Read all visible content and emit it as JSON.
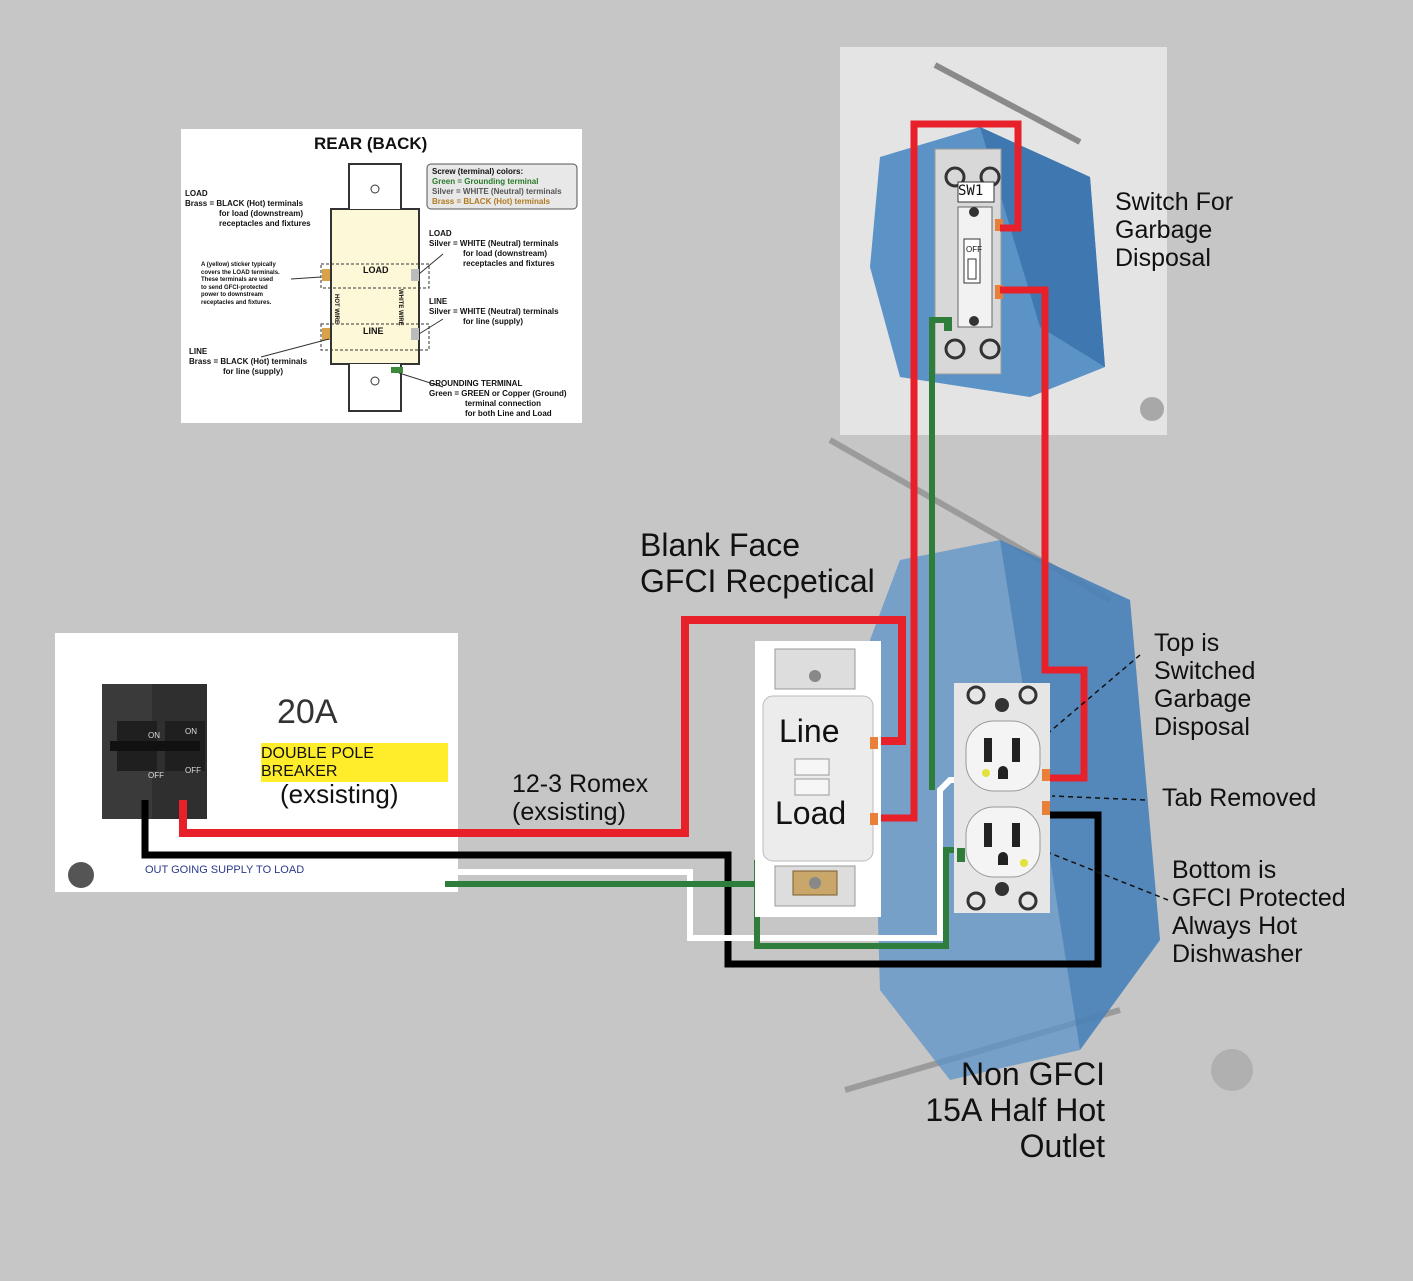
{
  "reference": {
    "title": "REAR (BACK)",
    "legend_title": "Screw (terminal) colors:",
    "legend_green": "Green = Grounding terminal",
    "legend_silver": "Silver = WHITE (Neutral) terminals",
    "legend_brass": "Brass = BLACK (Hot) terminals",
    "load_left_1": "LOAD",
    "load_left_2": "Brass = BLACK (Hot) terminals",
    "load_left_3": "for load (downstream)",
    "load_left_4": "receptacles and fixtures",
    "sticker_1": "A (yellow) sticker typically",
    "sticker_2": "covers the LOAD terminals.",
    "sticker_3": "These terminals are used",
    "sticker_4": "to send GFCI-protected",
    "sticker_5": "power to downstream",
    "sticker_6": "receptacles and fixtures.",
    "line_left_1": "LINE",
    "line_left_2": "Brass = BLACK (Hot) terminals",
    "line_left_3": "for line (supply)",
    "load_right_1": "LOAD",
    "load_right_2": "Silver = WHITE (Neutral) terminals",
    "load_right_3": "for load (downstream)",
    "load_right_4": "receptacles and fixtures",
    "line_right_1": "LINE",
    "line_right_2": "Silver = WHITE (Neutral) terminals",
    "line_right_3": "for line (supply)",
    "ground_1": "GROUNDING TERMINAL",
    "ground_2": "Green = GREEN or Copper (Ground)",
    "ground_3": "terminal connection",
    "ground_4": "for both Line and Load",
    "device_load": "LOAD",
    "device_line": "LINE",
    "device_hot": "HOT WIRE",
    "device_white": "WHITE WIRE"
  },
  "breaker": {
    "amps": "20A",
    "type": "DOUBLE POLE BREAKER",
    "status": "(exsisting)",
    "caption": "OUT GOING SUPPLY TO LOAD",
    "on_left": "ON",
    "on_right": "ON",
    "off_left": "OFF",
    "off_right": "OFF"
  },
  "cable": {
    "line1": "12-3 Romex",
    "line2": "(exsisting)"
  },
  "gfci": {
    "title1": "Blank Face",
    "title2": "GFCI Recpetical",
    "line": "Line",
    "load": "Load"
  },
  "switch": {
    "label1": "Switch For",
    "label2": "Garbage",
    "label3": "Disposal",
    "id": "SW1",
    "off": "OFF"
  },
  "outlet": {
    "top1": "Top is",
    "top2": "Switched",
    "top3": "Garbage",
    "top4": "Disposal",
    "tab": "Tab Removed",
    "bottom1": "Bottom is",
    "bottom2": "GFCI Protected",
    "bottom3": "Always Hot",
    "bottom4": "Dishwasher",
    "title1": "Non GFCI",
    "title2": "15A Half Hot",
    "title3": "Outlet"
  },
  "colors": {
    "hot": "#e8202a",
    "neutral": "#ffffff",
    "ground": "#2f7d3a",
    "black": "#000000",
    "box_blue": "#5b93c7"
  }
}
